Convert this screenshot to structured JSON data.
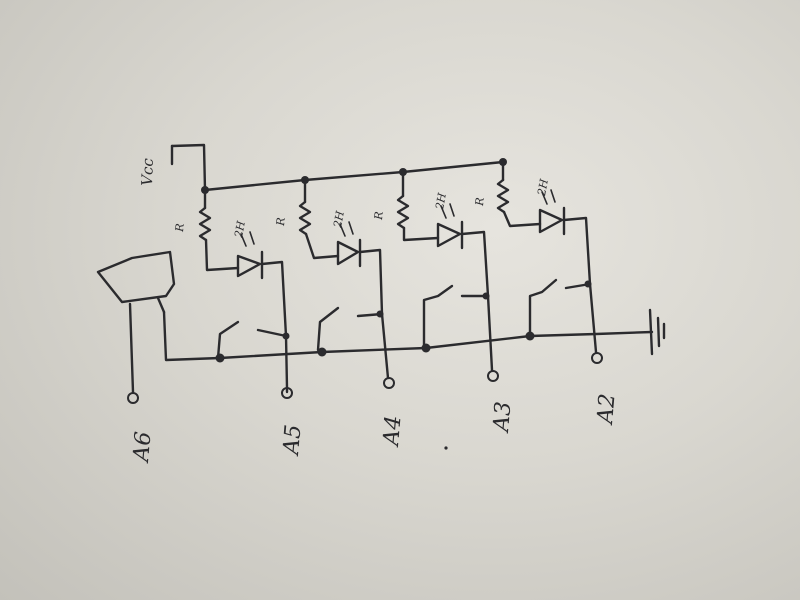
{
  "supply": {
    "label": "Vcc"
  },
  "resistors": [
    {
      "label": "R"
    },
    {
      "label": "R"
    },
    {
      "label": "R"
    },
    {
      "label": "R"
    }
  ],
  "leds": [
    {
      "label": "2H"
    },
    {
      "label": "2H"
    },
    {
      "label": "2H"
    },
    {
      "label": "2H"
    }
  ],
  "pins": [
    {
      "label": "A6"
    },
    {
      "label": "A5"
    },
    {
      "label": "A4"
    },
    {
      "label": "A3"
    },
    {
      "label": "A2"
    }
  ],
  "ground": {
    "present": true
  },
  "buzzer": {
    "present": true
  }
}
